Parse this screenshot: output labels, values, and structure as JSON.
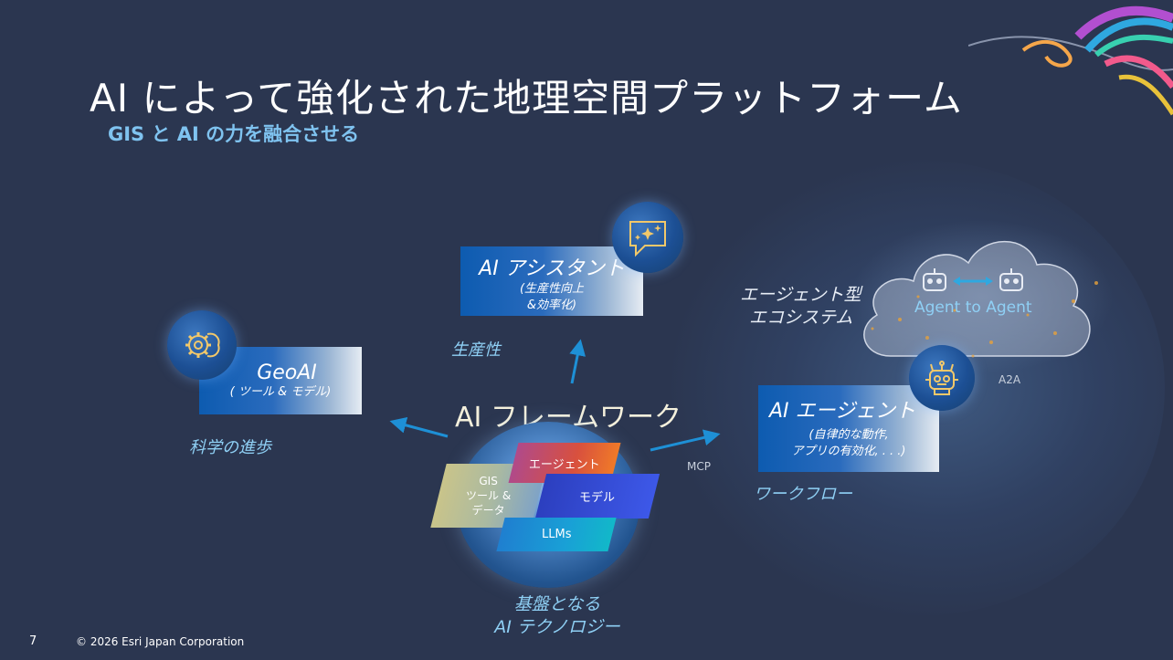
{
  "title": "AI によって強化された地理空間プラットフォーム",
  "subtitle": "GIS と AI の力を融合させる",
  "framework": {
    "label": "AI フレームワーク",
    "layers": {
      "agent": "エージェント",
      "gis_tools_data": [
        "GIS",
        "ツール &",
        "データ"
      ],
      "model": "モデル",
      "llms": "LLMs"
    },
    "foundation": [
      "基盤となる",
      "AI テクノロジー"
    ]
  },
  "assistant": {
    "title": "AI アシスタント",
    "desc": [
      "(生産性向上",
      "&効率化)"
    ],
    "caption": "生産性"
  },
  "geoai": {
    "title": "GeoAI",
    "desc": "( ツール & モデル)",
    "caption": "科学の進歩"
  },
  "agent": {
    "title": "AI エージェント",
    "desc": [
      "(自律的な動作,",
      "アプリの有効化, . . .)"
    ],
    "caption": "ワークフロー",
    "connector": "MCP"
  },
  "ecosystem": {
    "label": [
      "エージェント型",
      "エコシステム"
    ],
    "cloud_label": "Agent to Agent",
    "a2a": "A2A"
  },
  "footer": {
    "page_number": "7",
    "copyright": "© 2026 Esri Japan Corporation"
  },
  "icons": [
    "brain-gear-icon",
    "chat-sparkle-icon",
    "robot-icon",
    "swirl-logo"
  ],
  "colors": {
    "background": "#2b3650",
    "accent_blue": "#0d5bb0",
    "caption_blue": "#8fd0f5",
    "arrow_blue": "#1e90d6"
  }
}
